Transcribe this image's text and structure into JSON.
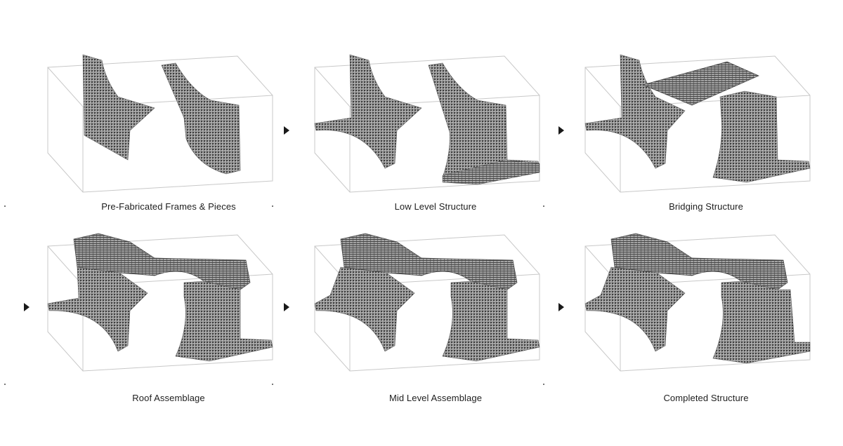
{
  "steps": [
    {
      "label": "Pre-Fabricated Frames & Pieces"
    },
    {
      "label": "Low Level Structure"
    },
    {
      "label": "Bridging Structure"
    },
    {
      "label": "Roof Assemblage"
    },
    {
      "label": "Mid Level Assemblage"
    },
    {
      "label": "Completed Structure"
    }
  ],
  "icons": {
    "step_arrow": "triangle-right-icon"
  },
  "colors": {
    "voxel_fill": "#8c8c8c",
    "voxel_dark": "#3a3a3a",
    "box_line": "#c8c8c8",
    "text": "#1e1e1e"
  }
}
